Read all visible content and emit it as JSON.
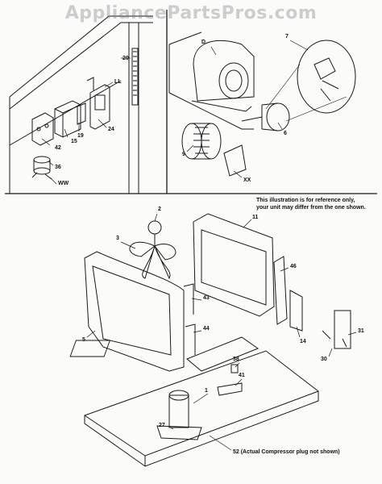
{
  "watermark": "AppliancePartsPros.com",
  "note": {
    "line1": "This illustration is for reference only,",
    "line2": "your unit may differ from the one shown."
  },
  "compressor_note": "52 (Actual Compressor plug not shown)",
  "callouts": {
    "c20": "20",
    "cLL": "LL",
    "c24": "24",
    "c42": "42",
    "c15": "15",
    "c19": "19",
    "c36": "36",
    "cWW": "WW",
    "cD": "D",
    "c7": "7",
    "c6": "6",
    "c9": "9",
    "cXX": "XX",
    "c2": "2",
    "c3": "3",
    "c11": "11",
    "c46": "46",
    "c43": "43",
    "c44": "44",
    "c5": "5",
    "c14": "14",
    "c31": "31",
    "c30": "30",
    "c38": "38",
    "c1": "1",
    "c41": "41",
    "c27": "27"
  }
}
